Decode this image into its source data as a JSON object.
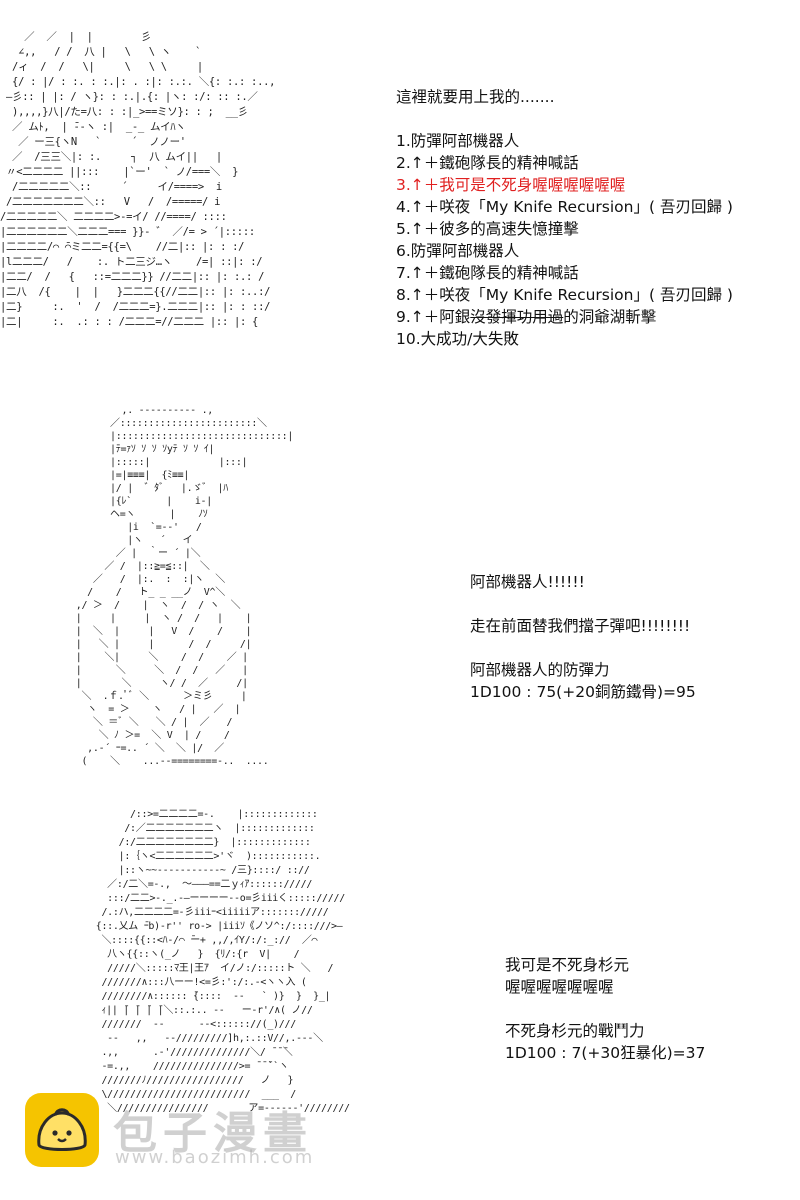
{
  "panel1": {
    "intro": "這裡就要用上我的.......",
    "options": [
      {
        "text": "1.防彈阿部機器人",
        "red": false
      },
      {
        "text": "2.↑＋鐵砲隊長的精神喊話",
        "red": false
      },
      {
        "text": "3.↑＋我可是不死身喔喔喔喔喔喔",
        "red": true
      },
      {
        "text": "4.↑＋咲夜「My Knife Recursion」( 吾刃回歸 )",
        "red": false
      },
      {
        "text": "5.↑＋彼多的高速失憶撞擊",
        "red": false
      },
      {
        "text": "6.防彈阿部機器人",
        "red": false
      },
      {
        "text": "7.↑＋鐵砲隊長的精神喊話",
        "red": false
      },
      {
        "text": "8.↑＋咲夜「My Knife Recursion」( 吾刃回歸 )",
        "red": false
      }
    ],
    "option9": {
      "prefix": "9.↑＋阿銀",
      "struck": "沒發揮功用過",
      "suffix": "的洞爺湖斬擊"
    },
    "option10": "10.大成功/大失敗",
    "art": [
      "    ／  ／  |  |        彡",
      "   ∠,,   / /  八 |   \\   \\ ヽ    `",
      "  /ィ  /  /   \\|     \\   \\ \\     |",
      "  {/ : |/ : :. : :.|: . :|: :.:. ＼{: :.: :..,",
      " ―彡:: | |: / ヽ}: : :.|.{: |ヽ: :/: :: :.／",
      "  ),,,,}八|/た=八: : :|_>==ミソ}: : ;  __彡",
      "  ／ ムﾄ,  | ̄--ヽ :|  _-_ ムイﾊヽ",
      "   ／ ー三{ヽN   `     ´  ノノー'",
      "  ／  /三三＼|: :.     ┐  八 ムイ||   |",
      " 〃<二二二二 ||:::    |`ー'  ` ノ/===＼  }",
      "  /二二二二二＼::     ´     イ/====>  i",
      " /二二二二二二二＼::   V   /  /=====/ i",
      "/二二二二二＼ 二二二二>-=イ/ //====/ ::::",
      "|二二二二二二＼二二二=== }}- ゛ ／/= > ´|:::::",
      "|二二二二/⌒ ̄⌒ミ二二={{=\\    //二|:: |: : :/",
      "|l二二二/   /    :. ト二三ジ…ヽ    /=| ::|: :/",
      "|二二/  /   {   ::=二二二}} //二二|:: |: :.: /",
      "|二八  /{    |  |   }二二二{{//二二|:: |: :..:/",
      "|二}     :.  '  /  /二二二=}.二二二|:: |: : ::/",
      "|二|     :.  .: : : /二二二=//二二二 |:: |: {"
    ]
  },
  "panel2": {
    "lines": [
      "阿部機器人!!!!!!",
      "",
      "走在前面替我們擋子彈吧!!!!!!!!",
      "",
      "阿部機器人的防彈力",
      "1D100 : 75(+20銅筋鐵骨)=95"
    ],
    "art": [
      "         ,. ---------- .,",
      "       ／::::::::::::::::::::::::＼",
      "       |::::::::::::::::::::::::::::::|",
      "       |ﾃ=ｧｿ ｿ ｿ ｿyﾃ ｿ ｿ ｲ|",
      "       |:::::|            |:::|",
      "       |=|≡≡≡|  {ﾐ≡≡|",
      "       |/ |  ゛ﾀﾞ   |.ゞ゛ |ﾊ",
      "       |{ﾚ`      |    i-|",
      "       ヘ=ヽ      |    ﾉｿ",
      "          |i  `=-‐'   /",
      "          |ヽ   ´   イ",
      "        ／ |  ｀ー ´ |＼",
      "      ／ /  |::≧=≦::|  ＼",
      "    ／   /  |:.  :  :|ヽ  ＼",
      "   /    /   ト_ _ __ノ  V^＼",
      " ,/ ＞  /    |  ヽ  /  / ヽ  ＼",
      " |     |     |  ヽ /  /   |    |",
      " |  ＼  |     |   V  /    /    |",
      " |   ＼ |     |      /  /     /|",
      " |    ＼|     ＼    /  /    ／ |",
      " |      ＼     ＼  /  /   ／   |",
      " |       ＼     ヽ/ /  ／     /|",
      "  ＼  .ｆ.ﾟﾞ ＼      ＞ミ彡     |",
      "   ヽ  = ＞    ヽ   / |   ／  |",
      "    ＼ ＝ﾞ ＼   ＼ / |  ／   /",
      "     ＼ ﾉ ＞=  ＼ V  | /    /",
      "   ,.-´ ｰ=.. ´ ＼  ＼ |/  ／",
      "  (    ＼    ...--========-..  ...."
    ]
  },
  "panel3": {
    "lines": [
      "我可是不死身杉元",
      "喔喔喔喔喔喔喔",
      "",
      "不死身杉元的戰鬥力",
      "1D100 : 7(+30狂暴化)=37"
    ],
    "art": [
      "       /::>=二二二二=-.    |:::::::::::::",
      "      /:／二二二二二二二ヽ  |:::::::::::::",
      "     /:/二二二二二二二二}  |:::::::::::::",
      "     |:｛ヽ<二二二二二二>'ヾ  ):::::::::::.",
      "     |::ヽ~~-----------~ /三}::::/ :://",
      "   ／:/二＼=-.,  ～―――==二ｙｨｱ:::::://///",
      "   :::/二二>-._.-―ーーーー--o=彡iiiく::::://///",
      "  /.:ハ,二二二二=-彡iiiｰ<iiiiiア::::::://///",
      " {::.乂ム ̄ｰb)-r'' ro-> |iiiｿ《ノソ^:/::::///>―",
      "  ＼::::{{::<ﾊ-/⌒ ̄ー+ ,,/,ｲY/:/:_://  ／⌒",
      "   八ヽ{{::ヽ(_ノ   }  {ﾘ/:{r  V|    /",
      "   /////＼:::::ﾏ王|王ｱ  イ/ノ:/:::::ト ＼   /",
      "  ///////∧:::八ーー!<=彡:':/:.-<ヽヽ入 (",
      "  ////////∧:::::: ̄{::::  -‐   ` )}  }  }_|",
      "  ｨ|| ̄| ̄| ̄| ̄|＼::.:.. --   ー-r'/∧( ノ//",
      "  ///////  -‐      --<:::::://(_)///",
      "   -‐   ,,   --/////////]h,:.::V//,.---＼",
      "  .,,      .-'//////////////＼/ ̄ ̄ ̄＼",
      "  -=.,,    ///////////////>= ̄ ̄ ̄``ヽ",
      "  ///////ﾉ/////////////////   ノ   }",
      "  \\/////////////////////////  ___  /",
      "   ＼////////////////       ̄ア=------'////////"
    ]
  },
  "watermark": {
    "brand": "包子漫畫",
    "url": "www.baozimh.com"
  }
}
